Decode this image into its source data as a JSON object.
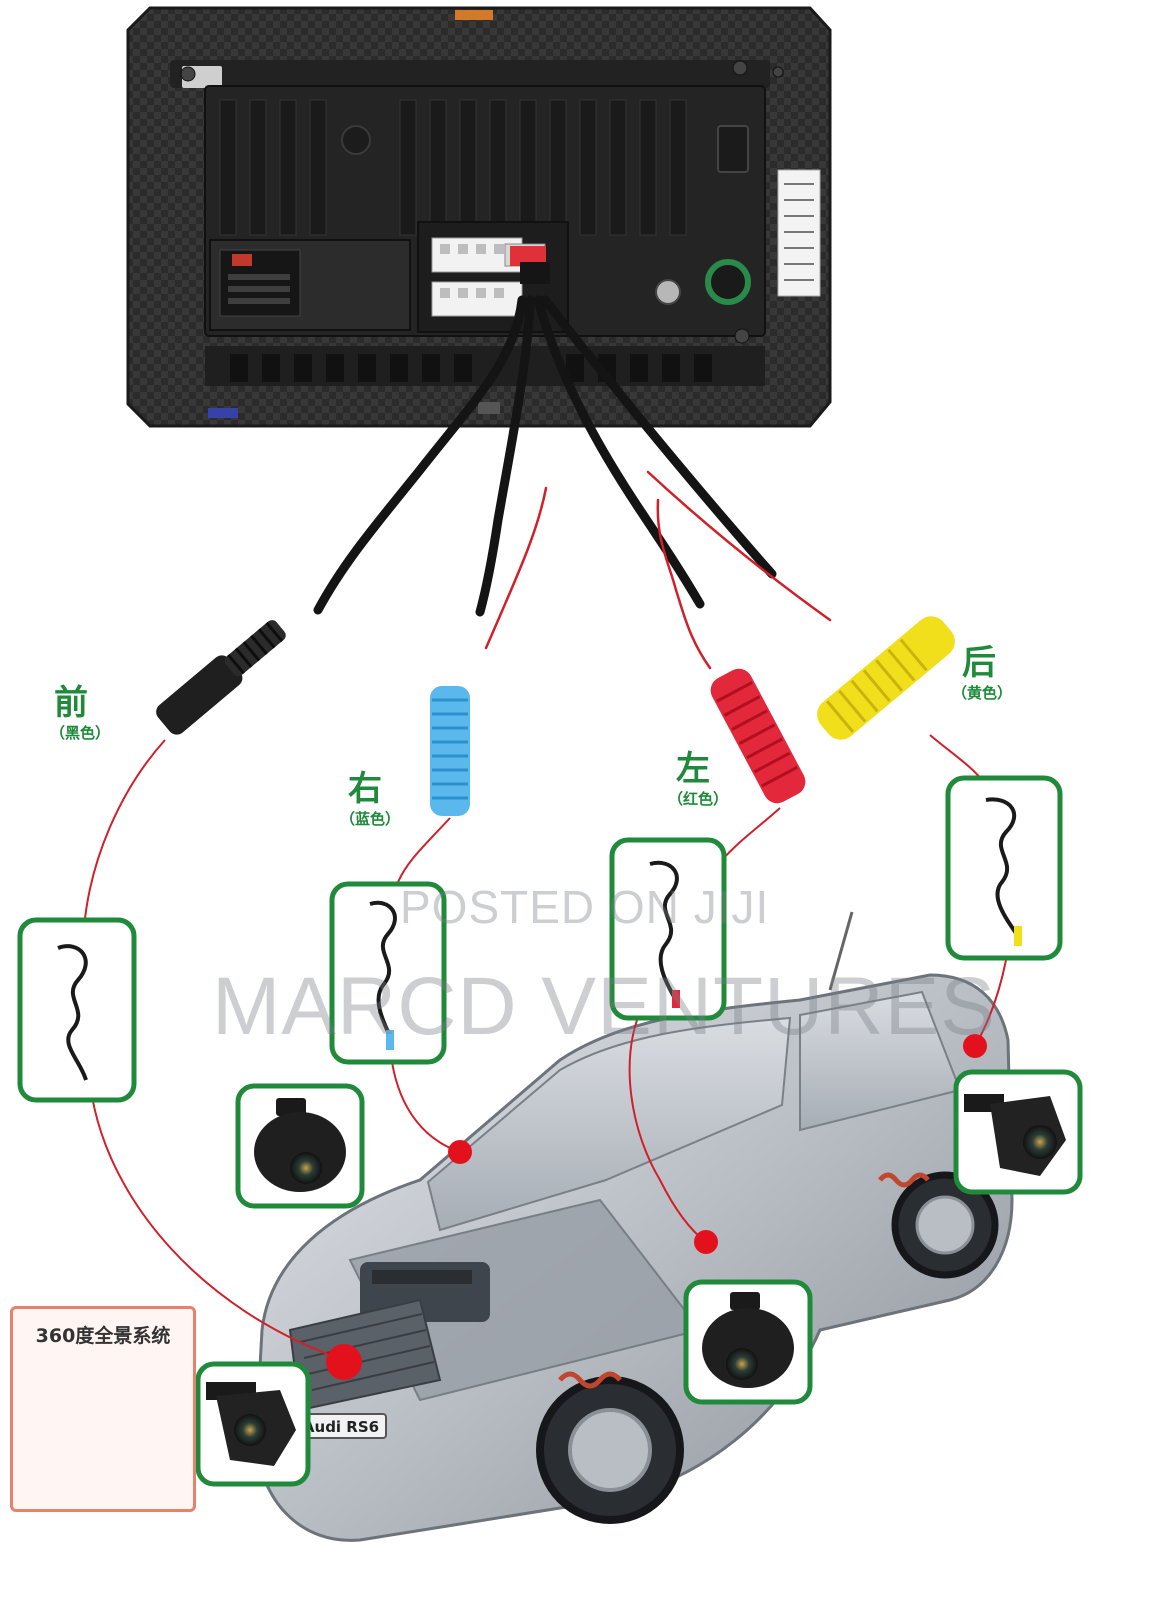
{
  "labels": {
    "front": {
      "main": "前",
      "sub": "（黑色）"
    },
    "right": {
      "main": "右",
      "sub": "（蓝色）"
    },
    "left": {
      "main": "左",
      "sub": "（红色）"
    },
    "rear": {
      "main": "后",
      "sub": "（黄色）"
    }
  },
  "badge": {
    "title": "360度全景系统"
  },
  "car": {
    "plate": "Audi RS6"
  },
  "watermark": {
    "posted": "POSTED ON JIJI",
    "vendor": "MARCD VENTURES"
  },
  "colors": {
    "frame_green": "#1f8a3a",
    "wire_red": "#d0202a",
    "connector_black": "#222222",
    "connector_blue": "#5bb8ec",
    "connector_red": "#e2283a",
    "connector_yellow": "#f2df1c",
    "badge_orange": "#e4826b"
  }
}
